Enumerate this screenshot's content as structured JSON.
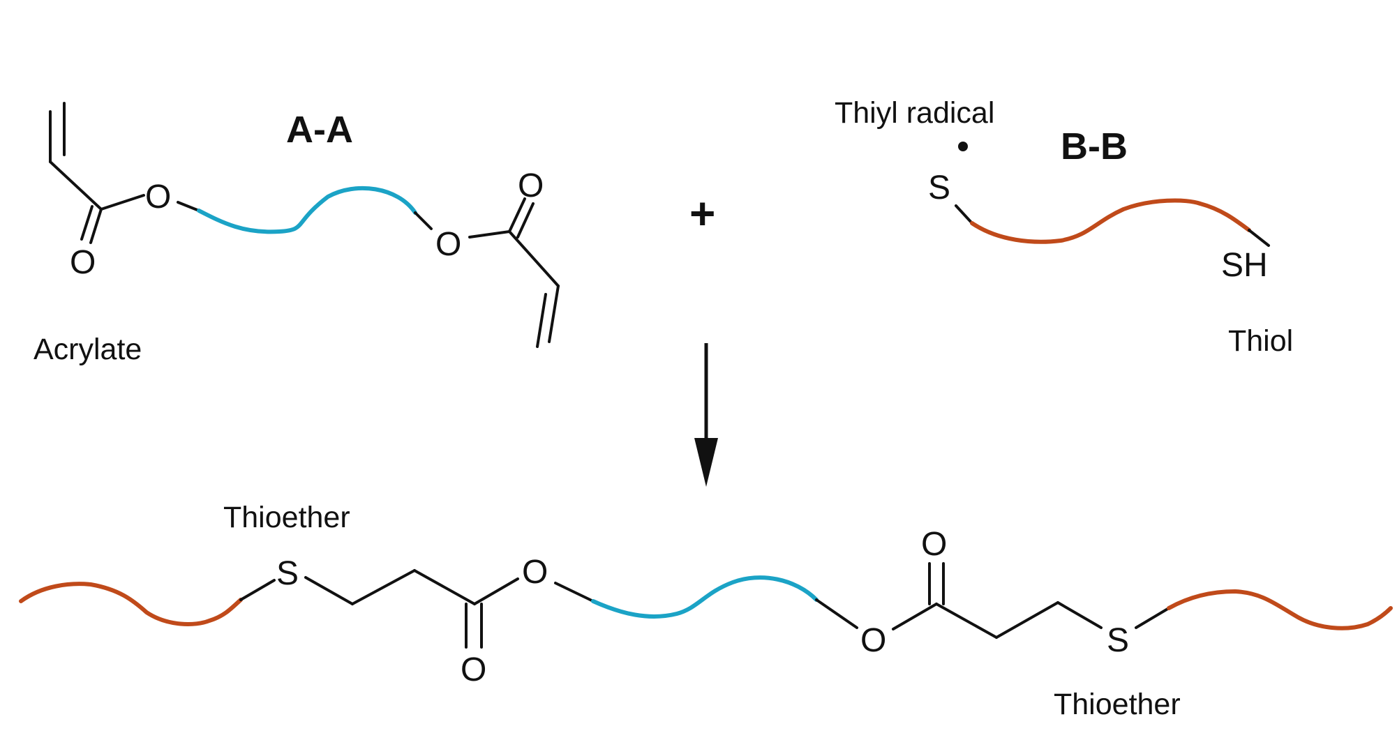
{
  "labels": {
    "acrylate": "Acrylate",
    "aa_tag": "A-A",
    "plus": "+",
    "thiyl_radical": "Thiyl radical",
    "bb_tag": "B-B",
    "thiol": "Thiol",
    "thioether_left": "Thioether",
    "thioether_right": "Thioether"
  },
  "atoms": {
    "o": "O",
    "s": "S",
    "sh": "SH"
  },
  "colors": {
    "spacer_a": "#1ba3c6",
    "spacer_b": "#c04a1a",
    "bond": "#111111"
  }
}
